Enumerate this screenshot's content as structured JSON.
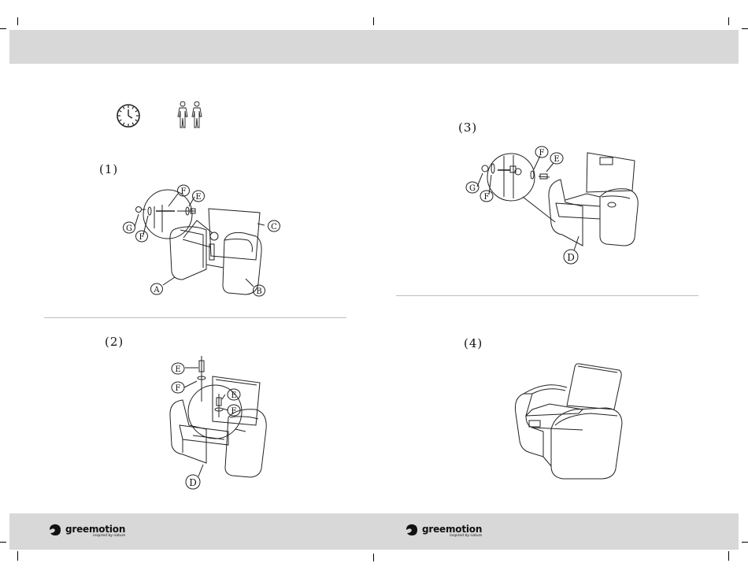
{
  "steps": {
    "s1": "(1)",
    "s2": "(2)",
    "s3": "(3)",
    "s4": "(4)"
  },
  "callouts": {
    "s1": {
      "a": "A",
      "b": "B",
      "c": "C",
      "e": "E",
      "f_top": "F",
      "f_bottom": "F",
      "g": "G"
    },
    "s2": {
      "e_top": "E",
      "f_top": "F",
      "e_mid": "E",
      "f_mid": "F",
      "d": "D"
    },
    "s3": {
      "f_top": "F",
      "e": "E",
      "g": "G",
      "f_bottom": "F",
      "d": "D"
    }
  },
  "logos": {
    "left": {
      "word": "greemotion",
      "tagline": "inspired by nature"
    },
    "right": {
      "word": "greemotion",
      "tagline": "inspired by nature"
    }
  },
  "icons": {
    "time": "clock-icon",
    "people": "two-people-icon",
    "logo_mark": "greemotion-leaf-icon"
  },
  "colors": {
    "band": "#d8d8d8",
    "line": "#222222",
    "rule": "#bdbdbd"
  }
}
